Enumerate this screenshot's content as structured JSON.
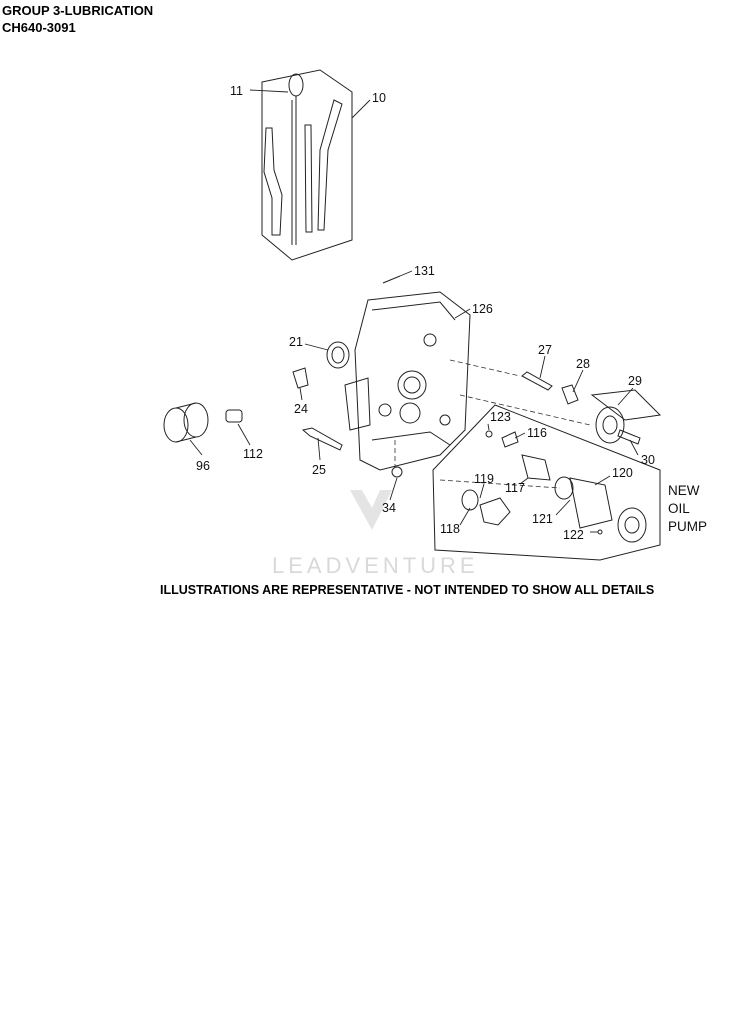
{
  "header": {
    "title": "GROUP 3-LUBRICATION",
    "model": "CH640-3091"
  },
  "callouts": [
    "11",
    "10",
    "131",
    "126",
    "21",
    "27",
    "28",
    "29",
    "24",
    "123",
    "116",
    "30",
    "96",
    "112",
    "25",
    "119",
    "120",
    "117",
    "34",
    "121",
    "118",
    "122"
  ],
  "new_oil_pump": [
    "NEW",
    "OIL",
    "PUMP"
  ],
  "watermark": "LEADVENTURE",
  "note": "ILLUSTRATIONS ARE REPRESENTATIVE - NOT INTENDED TO SHOW ALL DETAILS",
  "colors": {
    "line": "#222222",
    "watermark": "#d9d9d9"
  }
}
